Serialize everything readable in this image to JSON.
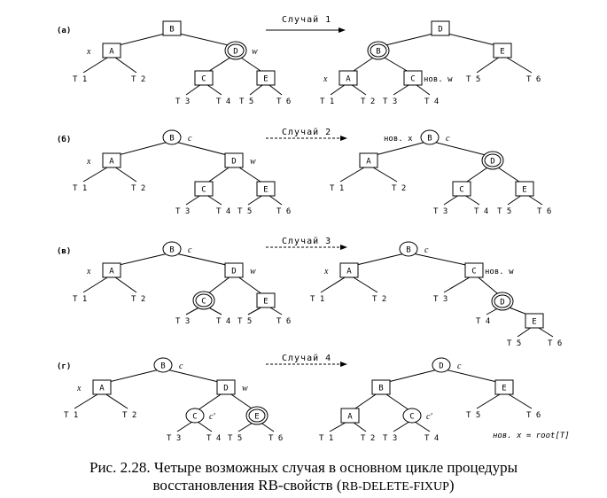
{
  "panels": [
    {
      "label": "(а)",
      "arrow_text": "Случай 1",
      "arrow_style": "solid",
      "left": {
        "nodes": [
          {
            "id": "B",
            "label": "B",
            "shape": "box"
          },
          {
            "id": "A",
            "label": "A",
            "shape": "box",
            "side_label": "x"
          },
          {
            "id": "D",
            "label": "D",
            "shape": "dcircle",
            "side_label": "w"
          },
          {
            "id": "C",
            "label": "C",
            "shape": "box"
          },
          {
            "id": "E",
            "label": "E",
            "shape": "box"
          }
        ],
        "leaves": [
          "T1",
          "T2",
          "T3",
          "T4",
          "T5",
          "T6"
        ]
      },
      "right": {
        "nodes": [
          {
            "id": "D",
            "label": "D",
            "shape": "box"
          },
          {
            "id": "B",
            "label": "B",
            "shape": "dcircle"
          },
          {
            "id": "E",
            "label": "E",
            "shape": "box"
          },
          {
            "id": "A",
            "label": "A",
            "shape": "box",
            "side_label": "x"
          },
          {
            "id": "C",
            "label": "C",
            "shape": "box",
            "side_label": "нов. w"
          }
        ],
        "leaves": [
          "T1",
          "T2",
          "T3",
          "T4",
          "T5",
          "T6"
        ]
      }
    },
    {
      "label": "(б)",
      "arrow_text": "Случай 2",
      "arrow_style": "dashed",
      "left": {
        "nodes": [
          {
            "id": "B",
            "label": "B",
            "shape": "circle",
            "side_label": "c"
          },
          {
            "id": "A",
            "label": "A",
            "shape": "box",
            "side_label": "x"
          },
          {
            "id": "D",
            "label": "D",
            "shape": "box",
            "side_label": "w"
          },
          {
            "id": "C",
            "label": "C",
            "shape": "box"
          },
          {
            "id": "E",
            "label": "E",
            "shape": "box"
          }
        ],
        "leaves": [
          "T1",
          "T2",
          "T3",
          "T4",
          "T5",
          "T6"
        ]
      },
      "right": {
        "nodes": [
          {
            "id": "B",
            "label": "B",
            "shape": "circle",
            "side_label": "c",
            "left_label": "нов. x"
          },
          {
            "id": "A",
            "label": "A",
            "shape": "box"
          },
          {
            "id": "D",
            "label": "D",
            "shape": "dcircle"
          },
          {
            "id": "C",
            "label": "C",
            "shape": "box"
          },
          {
            "id": "E",
            "label": "E",
            "shape": "box"
          }
        ],
        "leaves": [
          "T1",
          "T2",
          "T3",
          "T4",
          "T5",
          "T6"
        ]
      }
    },
    {
      "label": "(в)",
      "arrow_text": "Случай 3",
      "arrow_style": "dashed",
      "left": {
        "nodes": [
          {
            "id": "B",
            "label": "B",
            "shape": "circle",
            "side_label": "c"
          },
          {
            "id": "A",
            "label": "A",
            "shape": "box",
            "side_label": "x"
          },
          {
            "id": "D",
            "label": "D",
            "shape": "box",
            "side_label": "w"
          },
          {
            "id": "C",
            "label": "C",
            "shape": "dcircle"
          },
          {
            "id": "E",
            "label": "E",
            "shape": "box"
          }
        ],
        "leaves": [
          "T1",
          "T2",
          "T3",
          "T4",
          "T5",
          "T6"
        ]
      },
      "right": {
        "nodes": [
          {
            "id": "B",
            "label": "B",
            "shape": "circle",
            "side_label": "c"
          },
          {
            "id": "A",
            "label": "A",
            "shape": "box",
            "side_label": "x"
          },
          {
            "id": "C",
            "label": "C",
            "shape": "box",
            "side_label": "нов. w"
          },
          {
            "id": "D",
            "label": "D",
            "shape": "dcircle"
          },
          {
            "id": "E",
            "label": "E",
            "shape": "box"
          }
        ],
        "leaves": [
          "T1",
          "T2",
          "T3",
          "T4",
          "T5",
          "T6"
        ]
      }
    },
    {
      "label": "(г)",
      "arrow_text": "Случай 4",
      "arrow_style": "dashed",
      "left": {
        "nodes": [
          {
            "id": "B",
            "label": "B",
            "shape": "circle",
            "side_label": "c"
          },
          {
            "id": "A",
            "label": "A",
            "shape": "box",
            "side_label": "x"
          },
          {
            "id": "D",
            "label": "D",
            "shape": "box",
            "side_label": "w"
          },
          {
            "id": "C",
            "label": "C",
            "shape": "circle",
            "side_label": "c'"
          },
          {
            "id": "E",
            "label": "E",
            "shape": "dcircle"
          }
        ],
        "leaves": [
          "T1",
          "T2",
          "T3",
          "T4",
          "T5",
          "T6"
        ]
      },
      "right": {
        "nodes": [
          {
            "id": "D",
            "label": "D",
            "shape": "circle",
            "side_label": "c"
          },
          {
            "id": "B",
            "label": "B",
            "shape": "box"
          },
          {
            "id": "E",
            "label": "E",
            "shape": "box"
          },
          {
            "id": "A",
            "label": "A",
            "shape": "box"
          },
          {
            "id": "C",
            "label": "C",
            "shape": "circle",
            "side_label": "c'"
          }
        ],
        "leaves": [
          "T1",
          "T2",
          "T3",
          "T4",
          "T5",
          "T6"
        ],
        "note": "нов. x = root[T]"
      }
    }
  ],
  "caption": {
    "line1": "Рис. 2.28. Четыре возможных случая в основном цикле процедуры",
    "line2_prefix": "восстановления RB-свойств (",
    "line2_code": "RB-DELETE-FIXUP",
    "line2_suffix": ")"
  }
}
